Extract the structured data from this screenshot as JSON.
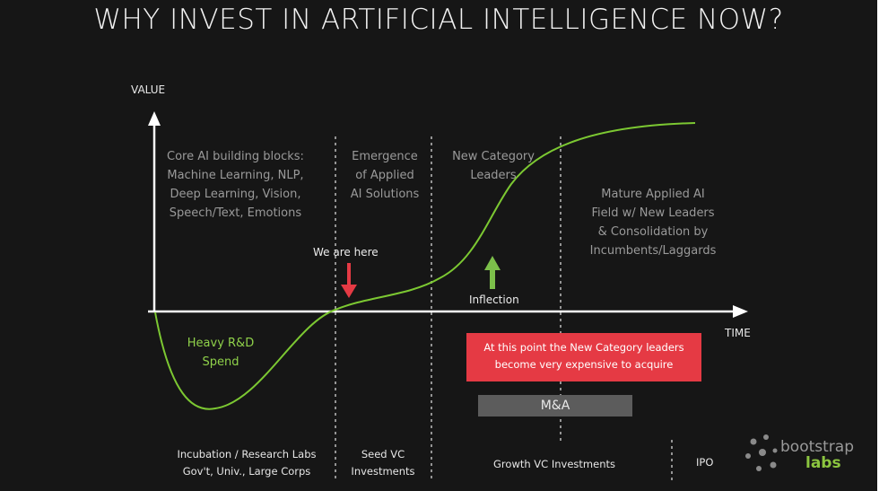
{
  "title": "WHY INVEST IN ARTIFICIAL INTELLIGENCE NOW?",
  "axes": {
    "y_label": "VALUE",
    "x_label": "TIME"
  },
  "phases": {
    "core": [
      "Core AI building blocks:",
      "Machine Learning, NLP,",
      "Deep Learning, Vision,",
      "Speech/Text, Emotions"
    ],
    "emergence": [
      "Emergence",
      "of Applied",
      "AI Solutions"
    ],
    "new_category": [
      "New Category",
      "Leaders"
    ],
    "mature": [
      "Mature Applied AI",
      "Field w/ New Leaders",
      "& Consolidation by",
      "Incumbents/Laggards"
    ]
  },
  "markers": {
    "we_are_here": "We are here",
    "inflection": "Inflection"
  },
  "heavy_spend": [
    "Heavy R&D",
    "Spend"
  ],
  "callout": [
    "At this point the New Category leaders",
    "become very expensive to acquire"
  ],
  "ma_label": "M&A",
  "bottom": {
    "incubation": [
      "Incubation / Research Labs",
      "Gov't, Univ., Large Corps"
    ],
    "seed": [
      "Seed VC",
      "Investments"
    ],
    "growth": "Growth VC Investments",
    "ipo": "IPO"
  },
  "logo": {
    "line1": "bootstrap",
    "line2": "labs"
  },
  "colors": {
    "background": "#161616",
    "curve": "#7cc832",
    "down_arrow": "#e53a44",
    "up_arrow": "#7cbf4a",
    "callout": "#e53a44",
    "ma_bar": "#5c5c5c"
  }
}
